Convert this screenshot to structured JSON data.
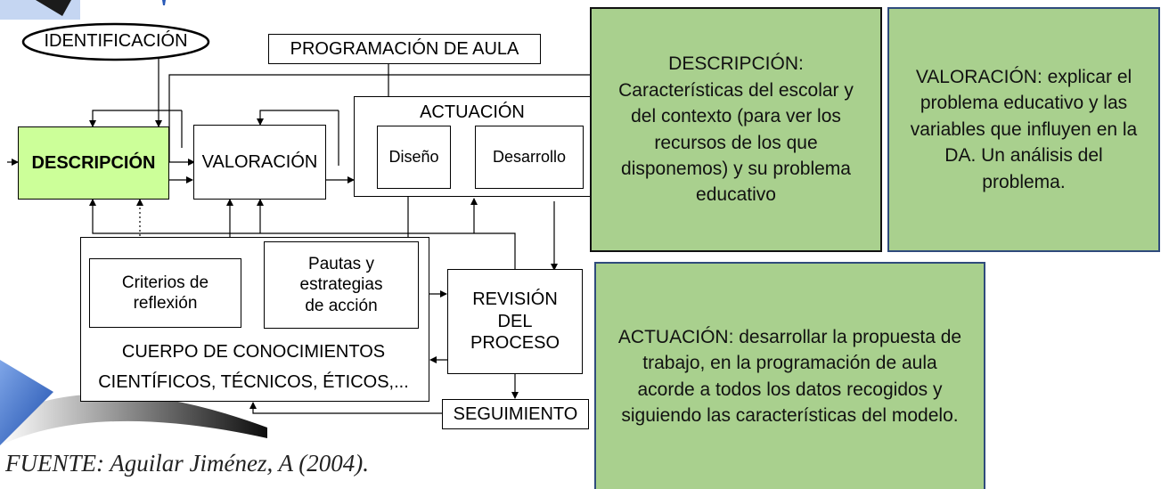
{
  "diagram": {
    "identificacion": "IDENTIFICACIÓN",
    "programacion": "PROGRAMACIÓN DE AULA",
    "descripcion": "DESCRIPCIÓN",
    "valoracion": "VALORACIÓN",
    "actuacion": "ACTUACIÓN",
    "diseno": "Diseño",
    "desarrollo": "Desarrollo",
    "criterios": "Criterios de reflexión",
    "pautas": "Pautas y estrategias de acción",
    "revision": "REVISIÓN DEL PROCESO",
    "cuerpo_line1": "CUERPO DE CONOCIMIENTOS",
    "cuerpo_line2": "CIENTÍFICOS, TÉCNICOS, ÉTICOS,...",
    "seguimiento": "SEGUIMIENTO"
  },
  "notes": {
    "descripcion": "DESCRIPCIÓN: Características del escolar y del contexto (para ver los recursos de los que disponemos) y su problema educativo",
    "valoracion": "VALORACIÓN: explicar el problema educativo y las variables que influyen en la DA. Un análisis del problema.",
    "actuacion": "ACTUACIÓN: desarrollar la propuesta de trabajo, en la programación de aula acorde a todos los datos recogidos y siguiendo las características del modelo."
  },
  "source": "FUENTE: Aguilar Jiménez, A (2004).",
  "colors": {
    "descripcion_fill": "#ccff99",
    "note_fill": "#a9d08e",
    "note_border_dark": "#111111",
    "note_border_blue": "#2f4b7c",
    "slide_corner_blue": "#2b5bb8"
  }
}
